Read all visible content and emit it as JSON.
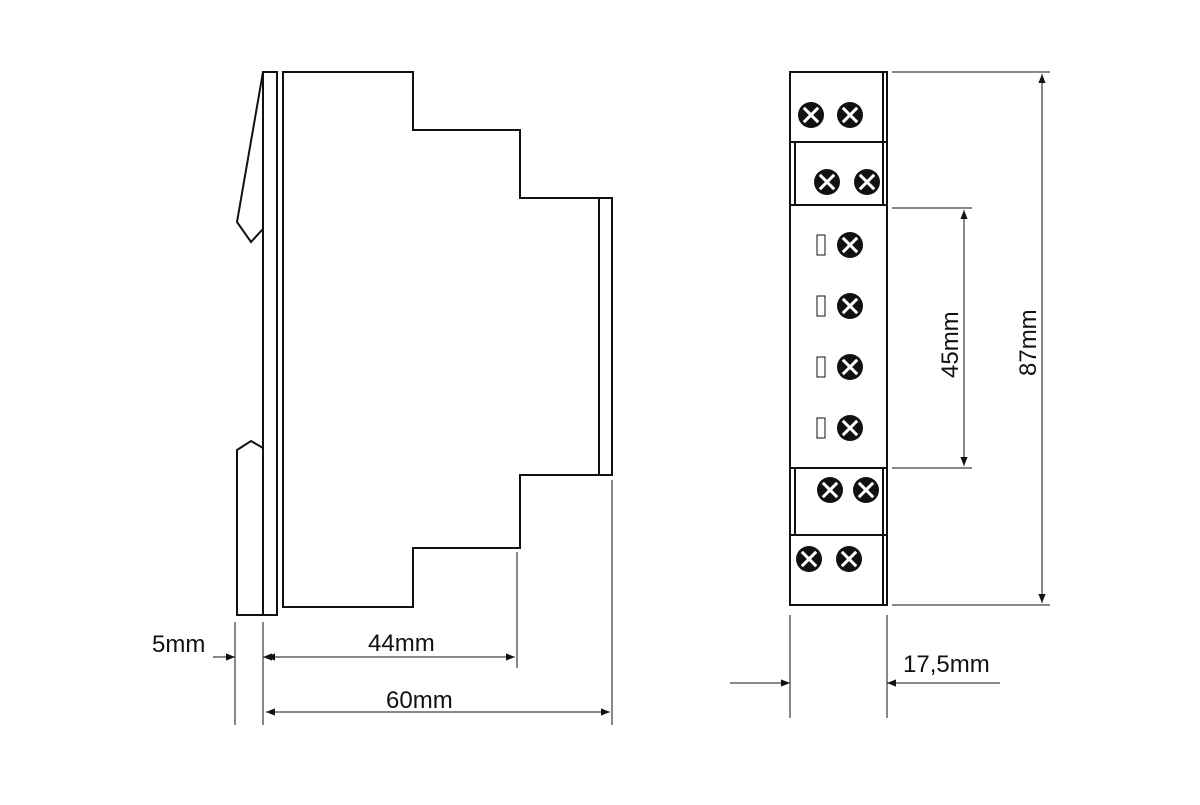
{
  "dimensions": {
    "five": "5mm",
    "forty_four": "44mm",
    "sixty": "60mm",
    "forty_five": "45mm",
    "eighty_seven": "87mm",
    "seventeen_five": "17,5mm"
  },
  "colors": {
    "line": "#111111",
    "background": "#ffffff"
  },
  "icons": {
    "terminal": "screw-terminal-icon",
    "indicator": "led-slot-icon"
  }
}
